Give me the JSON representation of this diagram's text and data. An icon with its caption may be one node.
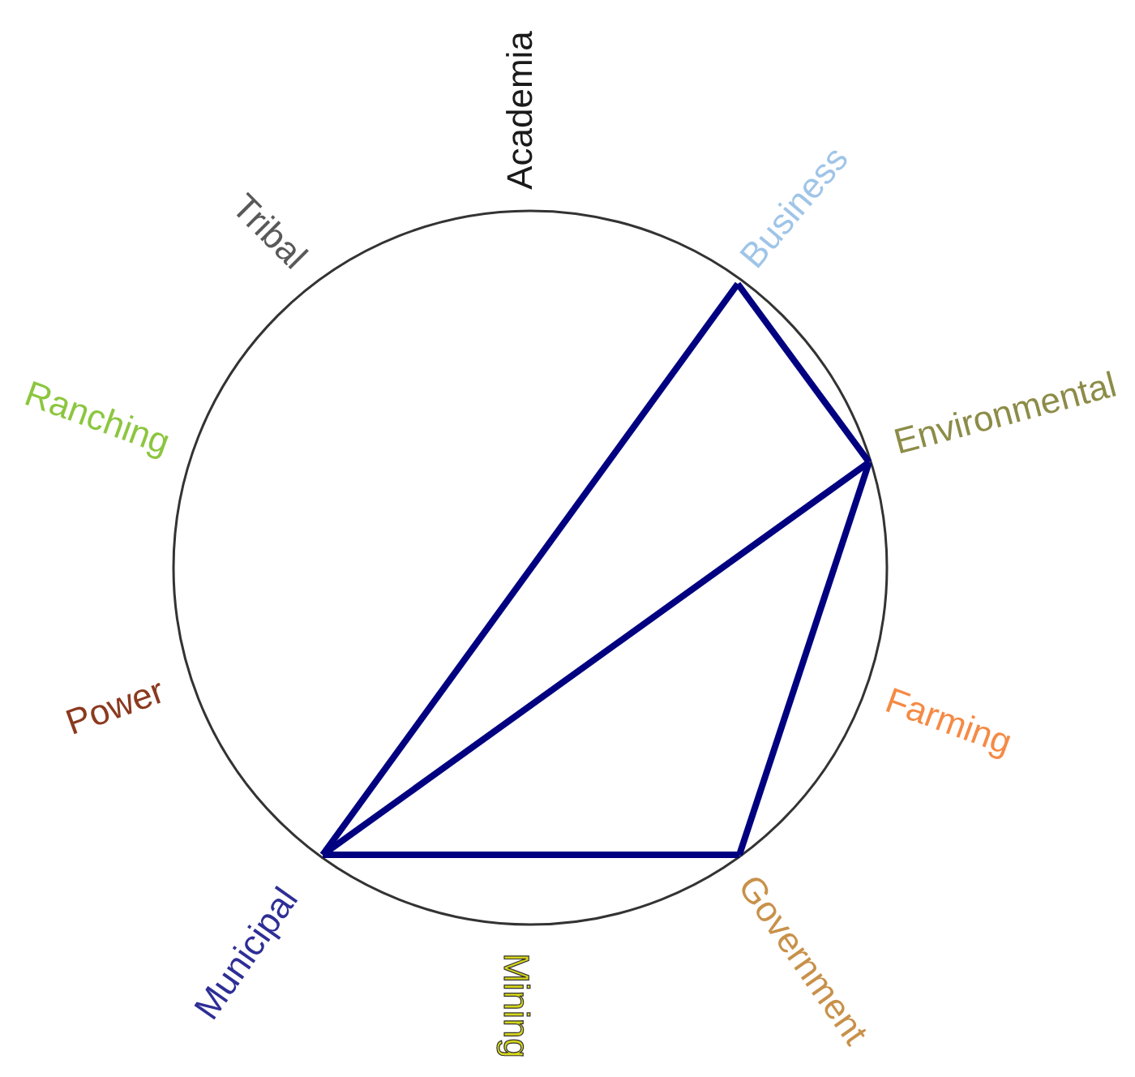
{
  "diagram": {
    "nodes": [
      {
        "text": [
          "Academia"
        ]
      },
      {
        "text": [
          "Business"
        ]
      },
      {
        "text": [
          "Environmental"
        ]
      },
      {
        "text": [
          "Farming"
        ]
      },
      {
        "text": [
          "Government"
        ]
      },
      {
        "text": [
          "Mining"
        ]
      },
      {
        "text": [
          "Municipal"
        ]
      },
      {
        "text": [
          "Power"
        ]
      },
      {
        "text": [
          "Ranching"
        ]
      },
      {
        "text": [
          "Tribal"
        ]
      }
    ],
    "edges": [
      {
        "from": 1,
        "to": 2,
        "arrow": "none"
      },
      {
        "from": 1,
        "to": 6,
        "arrow": "none"
      },
      {
        "from": 2,
        "to": 6,
        "arrow": "none"
      },
      {
        "from": 2,
        "to": 4,
        "arrow": "none"
      },
      {
        "from": 4,
        "to": 6,
        "arrow": "none"
      }
    ]
  }
}
